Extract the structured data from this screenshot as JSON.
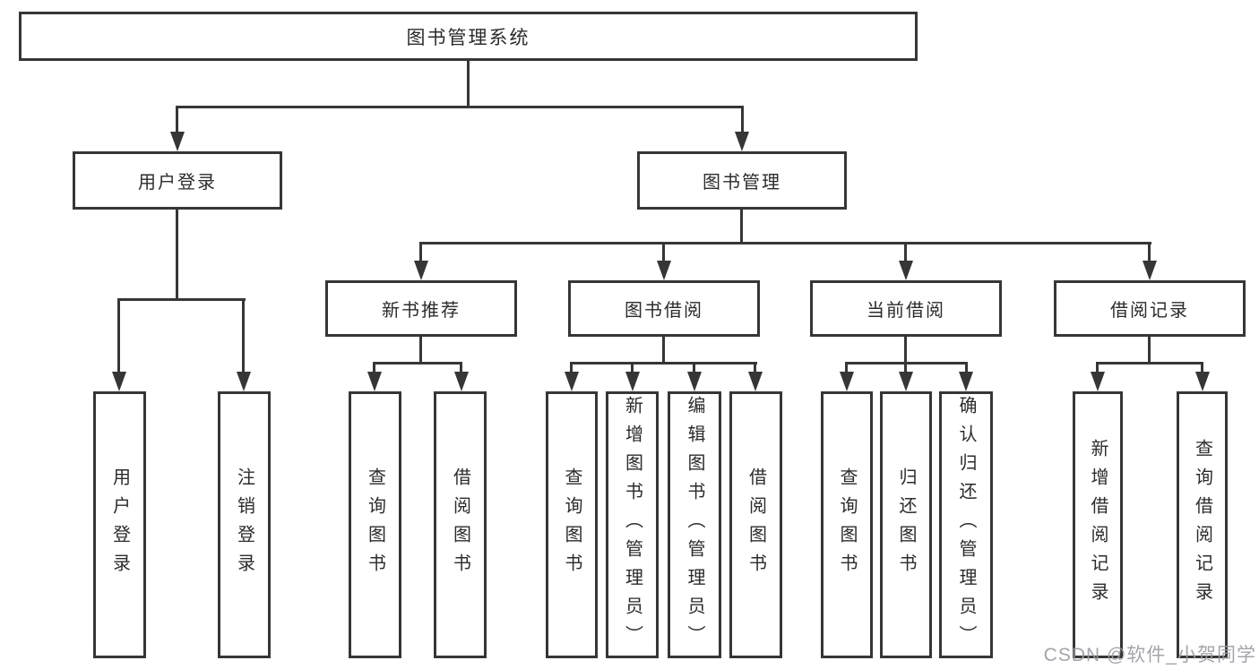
{
  "tree": {
    "label": "图书管理系统",
    "children": [
      {
        "label": "用户登录",
        "children": [
          {
            "label": "用户登录"
          },
          {
            "label": "注销登录"
          }
        ]
      },
      {
        "label": "图书管理",
        "children": [
          {
            "label": "新书推荐",
            "children": [
              {
                "label": "查询图书"
              },
              {
                "label": "借阅图书"
              }
            ]
          },
          {
            "label": "图书借阅",
            "children": [
              {
                "label": "查询图书"
              },
              {
                "label": "新增图书（管理员）"
              },
              {
                "label": "编辑图书（管理员）"
              },
              {
                "label": "借阅图书"
              }
            ]
          },
          {
            "label": "当前借阅",
            "children": [
              {
                "label": "查询图书"
              },
              {
                "label": "归还图书"
              },
              {
                "label": "确认归还（管理员）"
              }
            ]
          },
          {
            "label": "借阅记录",
            "children": [
              {
                "label": "新增借阅记录"
              },
              {
                "label": "查询借阅记录"
              }
            ]
          }
        ]
      }
    ]
  },
  "watermark": "CSDN @软件_小贺同学",
  "colors": {
    "line": "#363636",
    "text": "#2b2b2b",
    "background": "#ffffff",
    "watermark": "#9b9ba3"
  }
}
